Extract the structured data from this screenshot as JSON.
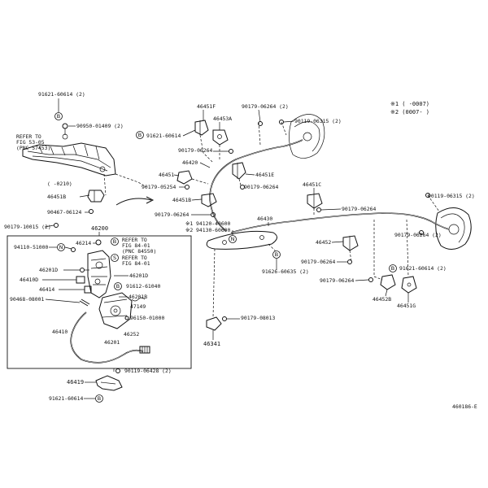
{
  "diagram_id": "460186-E",
  "legend": {
    "note1": "※1 (     -0007)",
    "note2": "※2 (0007-     )"
  },
  "refer_notes": {
    "ref_53": [
      "REFER TO",
      "FIG 53-05",
      "(PNC 57453)"
    ],
    "ref_84a": [
      "REFER TO",
      "FIG 84-01",
      "(PNC 84550)"
    ],
    "ref_84b": [
      "REFER TO",
      "FIG 84-01"
    ]
  },
  "range_note": "(     -0210)",
  "symbols": {
    "b": "B",
    "n": "N",
    "s": "S"
  },
  "labels": {
    "l01": "91621-60614 (2)",
    "l02": "90950-01409 (2)",
    "l03": "46451F",
    "l04": "46453A",
    "l05": "90179-06264 (2)",
    "l06": "90119-06315 (2)",
    "l07": "91621-60614",
    "l08": "90179-06264",
    "l09": "46420",
    "l10": "46451",
    "l11": "90179-05254",
    "l12": "46451E",
    "l13": "90179-06264",
    "l14": "46451C",
    "l15": "46451B",
    "l16": "90467-06124",
    "l17": "46451B",
    "l18": "90179-06264",
    "l19": "90119-06315 (2)",
    "l20": "90179-06264",
    "l21": "※1 94120-40600",
    "l22": "※2 94130-60600",
    "l23": "46430",
    "l24": "90179-10015 (2)",
    "l25": "46200",
    "l26": "90179-06264 (2)",
    "l27": "46214",
    "l28": "94110-51000",
    "l29": "46452",
    "l30": "46201D",
    "l31": "91626-60635 (2)",
    "l32": "46410D",
    "l33": "46201D",
    "l34": "90179-06264",
    "l35": "91621-60614 (2)",
    "l36": "46414",
    "l37": "91612-61040",
    "l38": "90179-06264",
    "l39": "90468-08001",
    "l40": "46201B",
    "l41": "46452B",
    "l42": "46451G",
    "l43": "47149",
    "l44": "96150-01000",
    "l45": "90179-08013",
    "l46": "46410",
    "l47": "46252",
    "l48": "46201",
    "l49": "46341",
    "l50": "90119-06428 (2)",
    "l51": "46419",
    "l52": "91621-60614"
  }
}
